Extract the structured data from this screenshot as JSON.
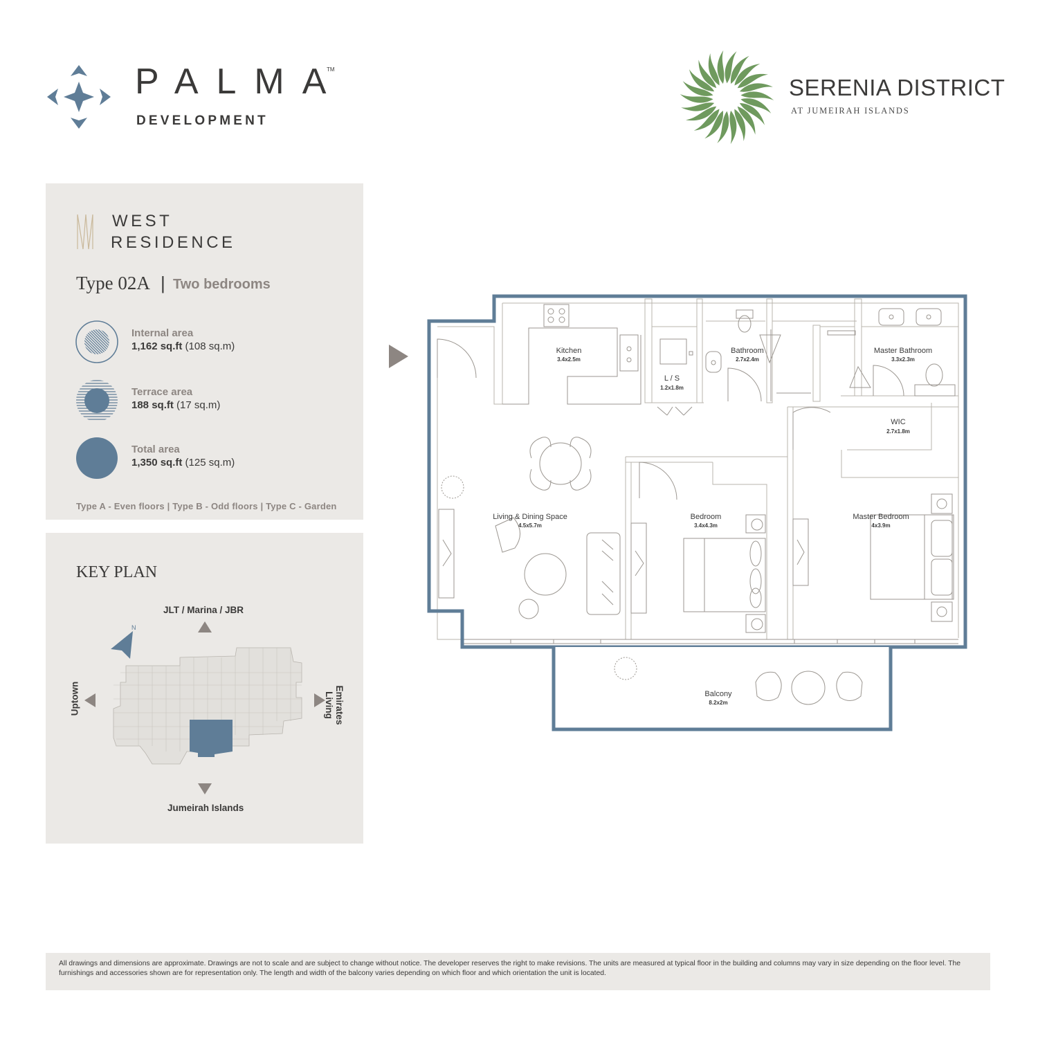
{
  "header": {
    "developer_name": "PALMA",
    "developer_tm": "TM",
    "developer_sub": "DEVELOPMENT",
    "project_name": "SERENIA DISTRICT",
    "project_sub": "AT JUMEIRAH ISLANDS"
  },
  "residence": {
    "name_line1": "WEST",
    "name_line2": "RESIDENCE",
    "type": "Type 02A",
    "separator": "|",
    "bedrooms": "Two bedrooms"
  },
  "areas": [
    {
      "label": "Internal area",
      "sqft": "1,162 sq.ft",
      "sqm": "(108 sq.m)"
    },
    {
      "label": "Terrace area",
      "sqft": "188 sq.ft",
      "sqm": "(17 sq.m)"
    },
    {
      "label": "Total area",
      "sqft": "1,350 sq.ft",
      "sqm": "(125 sq.m)"
    }
  ],
  "floors_note": "Type A - Even floors | Type B - Odd floors | Type C - Garden",
  "key_plan": {
    "title": "KEY PLAN",
    "north": "JLT / Marina / JBR",
    "south": "Jumeirah Islands",
    "west": "Uptown",
    "east": "Emirates Living",
    "compass_letter": "N"
  },
  "rooms": {
    "kitchen": {
      "name": "Kitchen",
      "dim": "3.4x2.5m"
    },
    "ls": {
      "name": "L / S",
      "dim": "1.2x1.8m"
    },
    "bathroom": {
      "name": "Bathroom",
      "dim": "2.7x2.4m"
    },
    "master_bathroom": {
      "name": "Master Bathroom",
      "dim": "3.3x2.3m"
    },
    "wic": {
      "name": "WIC",
      "dim": "2.7x1.8m"
    },
    "living": {
      "name": "Living & Dining Space",
      "dim": "4.5x5.7m"
    },
    "bedroom": {
      "name": "Bedroom",
      "dim": "3.4x4.3m"
    },
    "master_bedroom": {
      "name": "Master Bedroom",
      "dim": "4x3.9m"
    },
    "balcony": {
      "name": "Balcony",
      "dim": "8.2x2m"
    }
  },
  "colors": {
    "accent_blue": "#5f7d97",
    "leaf_green": "#6f9a5e",
    "panel_bg": "#ebe9e6",
    "muted_text": "#8d8682"
  },
  "disclaimer": "All drawings and dimensions are approximate. Drawings are not to scale and are subject to change without notice. The developer reserves the right to make revisions. The units are measured at typical floor in the building and columns may vary in size depending on the floor level. The furnishings and accessories shown are for representation only. The length and width of the balcony varies depending on which floor and which orientation the unit is located."
}
